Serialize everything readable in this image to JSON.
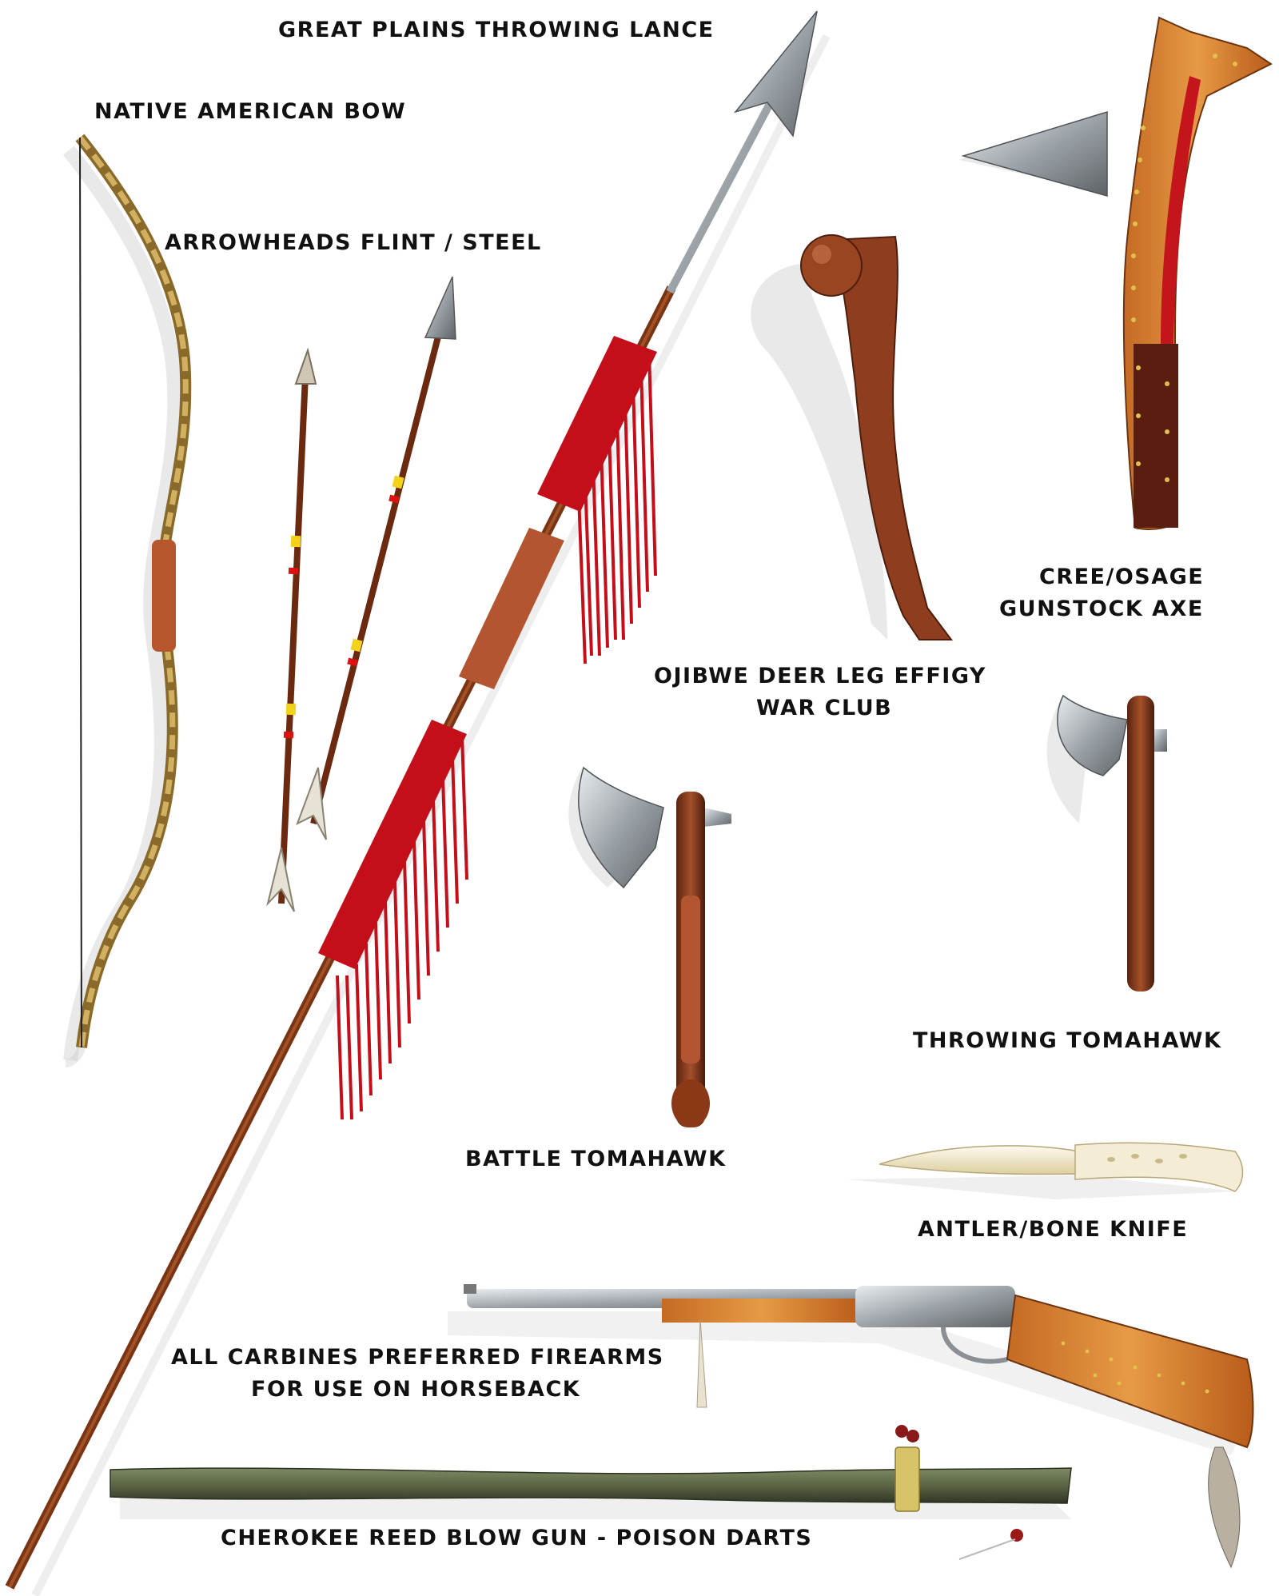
{
  "labels": {
    "lance": "GREAT PLAINS THROWING LANCE",
    "bow": "NATIVE AMERICAN BOW",
    "arrowheads": "ARROWHEADS FLINT / STEEL",
    "gunstock_line1": "CREE/OSAGE",
    "gunstock_line2": "GUNSTOCK AXE",
    "war_club_line1": "OJIBWE DEER LEG EFFIGY",
    "war_club_line2": "WAR CLUB",
    "throwing_tomahawk": "THROWING TOMAHAWK",
    "battle_tomahawk": "BATTLE TOMAHAWK",
    "knife": "ANTLER/BONE KNIFE",
    "carbines_line1": "ALL CARBINES PREFERRED FIREARMS",
    "carbines_line2": "FOR USE ON HORSEBACK",
    "blowgun": "CHEROKEE REED BLOW GUN - POISON DARTS"
  },
  "colors": {
    "background": "#ffffff",
    "text": "#111111",
    "wood": "#8a3a1c",
    "fringe": "#c8101a",
    "steel": "#9aa0a6",
    "bone": "#f1e6c4",
    "blowgun": "#5f6b4a"
  }
}
